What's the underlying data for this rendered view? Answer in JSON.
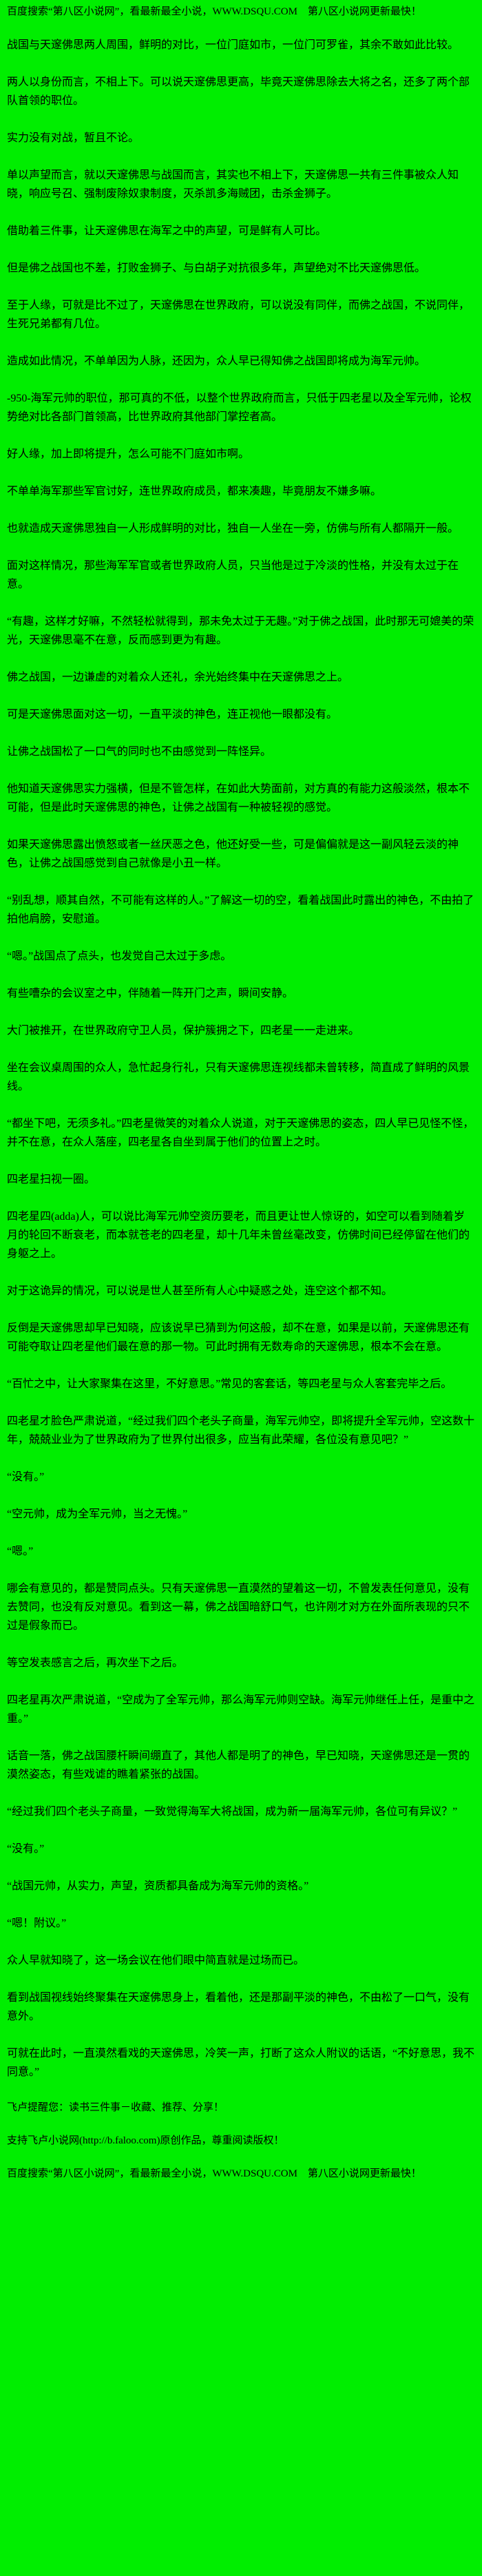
{
  "colors": {
    "background": "#00ee00",
    "text": "#000000"
  },
  "banner_top": "百度搜索“第八区小说网”，看最新最全小说，WWW.DSQU.COM　第八区小说网更新最快！",
  "paragraphs": [
    "战国与天邃佛思两人周围，鲜明的对比，一位门庭如市，一位门可罗雀，其余不敢如此比较。",
    "两人以身份而言，不相上下。可以说天邃佛思更高，毕竟天邃佛思除去大将之名，还多了两个部队首领的职位。",
    "实力没有对战，暂且不论。",
    "单以声望而言，就以天邃佛思与战国而言，其实也不相上下，天邃佛思一共有三件事被众人知晓，响应号召、强制废除奴隶制度，灭杀凯多海贼团，击杀金狮子。",
    "借助着三件事，让天邃佛思在海军之中的声望，可是鲜有人可比。",
    "但是佛之战国也不差，打败金狮子、与白胡子对抗很多年，声望绝对不比天邃佛思低。",
    "至于人缘，可就是比不过了，天邃佛思在世界政府，可以说没有同伴，而佛之战国，不说同伴，生死兄弟都有几位。",
    "造成如此情况，不单单因为人脉，还因为，众人早已得知佛之战国即将成为海军元帅。",
    "-950-海军元帅的职位，那可真的不低，以整个世界政府而言，只低于四老星以及全军元帅，论权势绝对比各部门首领高，比世界政府其他部门掌控者高。",
    "好人缘，加上即将提升，怎么可能不门庭如市啊。",
    "不单单海军那些军官讨好，连世界政府成员，都来凑趣，毕竟朋友不嫌多嘛。",
    "也就造成天邃佛思独自一人形成鲜明的对比，独自一人坐在一旁，仿佛与所有人都隔开一般。",
    "面对这样情况，那些海军军官或者世界政府人员，只当他是过于冷淡的性格，并没有太过于在意。",
    "“有趣，这样才好嘛，不然轻松就得到，那未免太过于无趣。”对于佛之战国，此时那无可媲美的荣光，天邃佛思毫不在意，反而感到更为有趣。",
    "佛之战国，一边谦虚的对着众人还礼，余光始终集中在天邃佛思之上。",
    "可是天邃佛思面对这一切，一直平淡的神色，连正视他一眼都没有。",
    "让佛之战国松了一口气的同时也不由感觉到一阵怪异。",
    "他知道天邃佛思实力强横，但是不管怎样，在如此大势面前，对方真的有能力这般淡然，根本不可能，但是此时天邃佛思的神色，让佛之战国有一种被轻视的感觉。",
    "如果天邃佛思露出愤怒或者一丝厌恶之色，他还好受一些，可是偏偏就是这一副风轻云淡的神色，让佛之战国感觉到自己就像是小丑一样。",
    "“别乱想，顺其自然，不可能有这样的人。”了解这一切的空，看着战国此时露出的神色，不由拍了拍他肩膀，安慰道。",
    "“嗯。”战国点了点头，也发觉自己太过于多虑。",
    "有些嘈杂的会议室之中，伴随着一阵开门之声，瞬间安静。",
    "大门被推开，在世界政府守卫人员，保护簇拥之下，四老星一一走进来。",
    "坐在会议桌周围的众人，急忙起身行礼，只有天邃佛思连视线都未曾转移，简直成了鲜明的风景线。",
    "“都坐下吧，无须多礼。”四老星微笑的对着众人说道，对于天邃佛思的姿态，四人早已见怪不怪，并不在意，在众人落座，四老星各自坐到属于他们的位置上之时。",
    "四老星扫视一圈。",
    "四老星四(adda)人，可以说比海军元帅空资历要老，而且更让世人惊讶的，如空可以看到随着岁月的轮回不断衰老，而本就苍老的四老星，却十几年未曾丝毫改变，仿佛时间已经停留在他们的身躯之上。",
    "对于这诡异的情况，可以说是世人甚至所有人心中疑惑之处，连空这个都不知。",
    "反倒是天邃佛思却早已知晓，应该说早已猜到为何这般，却不在意，如果是以前，天邃佛思还有可能夺取让四老星他们最在意的那一物。可此时拥有无数寿命的天邃佛思，根本不会在意。",
    "“百忙之中，让大家聚集在这里，不好意思。”常见的客套话，等四老星与众人客套完毕之后。",
    "四老星才脸色严肃说道，“经过我们四个老头子商量，海军元帅空，即将提升全军元帅，空这数十年，兢兢业业为了世界政府为了世界付出很多，应当有此荣耀，各位没有意见吧？”",
    "“没有。”",
    "“空元帅，成为全军元帅，当之无愧。”",
    "“嗯。”",
    "哪会有意见的，都是赞同点头。只有天邃佛思一直漠然的望着这一切，不曾发表任何意见，没有去赞同，也没有反对意见。看到这一幕，佛之战国暗舒口气，也许刚才对方在外面所表现的只不过是假象而已。",
    "等空发表感言之后，再次坐下之后。",
    "四老星再次严肃说道，“空成为了全军元帅，那么海军元帅则空缺。海军元帅继任上任，是重中之重。”",
    "话音一落，佛之战国腰杆瞬间绷直了，其他人都是明了的神色，早已知晓，天邃佛思还是一贯的漠然姿态，有些戏谑的瞧着紧张的战国。",
    "“经过我们四个老头子商量，一致觉得海军大将战国，成为新一届海军元帅，各位可有异议？”",
    "“没有。”",
    "“战国元帅，从实力，声望，资质都具备成为海军元帅的资格。”",
    "“嗯！附议。”",
    "众人早就知晓了，这一场会议在他们眼中简直就是过场而已。",
    "看到战国视线始终聚集在天邃佛思身上，看着他，还是那副平淡的神色，不由松了一口气，没有意外。",
    "可就在此时，一直漠然看戏的天邃佛思，冷笑一声，打断了这众人附议的话语，“不好意思，我不同意。”"
  ],
  "footer": {
    "reminder": "飞卢提醒您：读书三件事－收藏、推荐、分享！",
    "copyright": "支持飞卢小说网(http://b.faloo.com)原创作品，尊重阅读版权！",
    "banner_bottom": "百度搜索“第八区小说网”，看最新最全小说，WWW.DSQU.COM　第八区小说网更新最快！"
  }
}
